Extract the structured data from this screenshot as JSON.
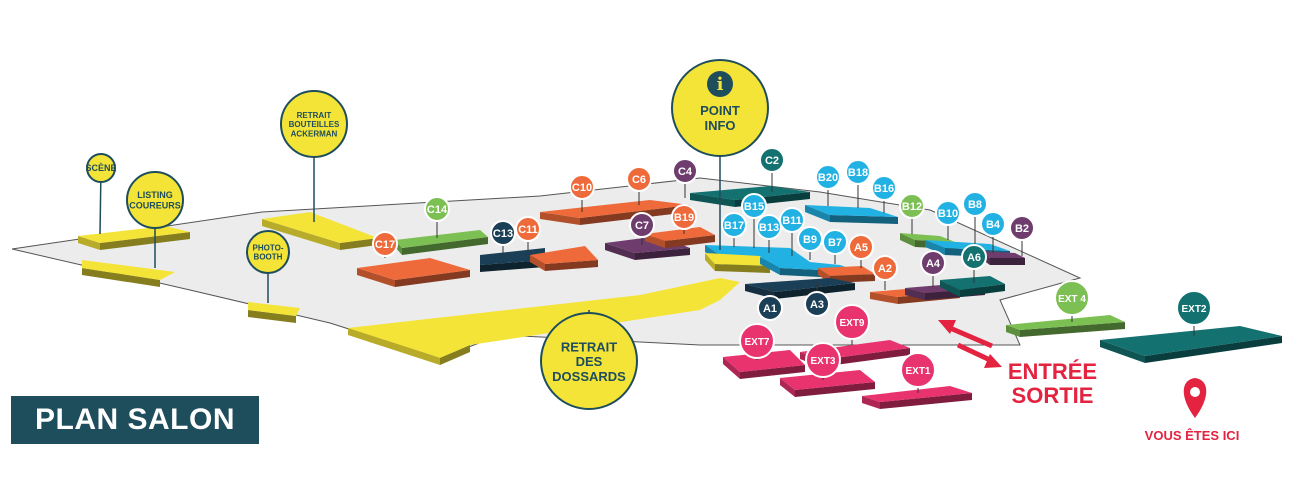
{
  "title": "PLAN SALON",
  "entry": {
    "line1": "ENTRÉE",
    "line2": "SORTIE"
  },
  "here_label": "VOUS ÊTES ICI",
  "colors": {
    "yellow": "#f4e437",
    "orange": "#ee6a3a",
    "purple": "#6e3d6e",
    "navy": "#1b3f56",
    "blue": "#22b1e3",
    "teal": "#137170",
    "green": "#7cbf53",
    "pink": "#e8336f",
    "red": "#e3233f",
    "floor": "#ececec",
    "dark": "#1e4d5c"
  },
  "zones": [
    {
      "id": "scene",
      "lines": [
        "SCÈNE"
      ]
    },
    {
      "id": "listing",
      "lines": [
        "LISTING",
        "COUREURS"
      ]
    },
    {
      "id": "retrait-bouteilles",
      "lines": [
        "RETRAIT",
        "BOUTEILLES",
        "ACKERMAN"
      ]
    },
    {
      "id": "photobooth",
      "lines": [
        "PHOTO-",
        "BOOTH"
      ]
    },
    {
      "id": "point-info",
      "icon": "info-icon",
      "lines": [
        "POINT",
        "INFO"
      ]
    },
    {
      "id": "retrait-dossards",
      "lines": [
        "RETRAIT",
        "DES",
        "DOSSARDS"
      ]
    }
  ],
  "stands": [
    {
      "label": "C17",
      "color": "orange"
    },
    {
      "label": "C14",
      "color": "green"
    },
    {
      "label": "C13",
      "color": "navy"
    },
    {
      "label": "C11",
      "color": "orange"
    },
    {
      "label": "C10",
      "color": "orange"
    },
    {
      "label": "C6",
      "color": "orange"
    },
    {
      "label": "C4",
      "color": "purple"
    },
    {
      "label": "C2",
      "color": "teal"
    },
    {
      "label": "C7",
      "color": "purple"
    },
    {
      "label": "B19",
      "color": "orange"
    },
    {
      "label": "B17",
      "color": "blue"
    },
    {
      "label": "B15",
      "color": "blue"
    },
    {
      "label": "B13",
      "color": "blue"
    },
    {
      "label": "B11",
      "color": "blue"
    },
    {
      "label": "B9",
      "color": "blue"
    },
    {
      "label": "B7",
      "color": "blue"
    },
    {
      "label": "B20",
      "color": "blue"
    },
    {
      "label": "B18",
      "color": "blue"
    },
    {
      "label": "B16",
      "color": "blue"
    },
    {
      "label": "B12",
      "color": "green"
    },
    {
      "label": "B10",
      "color": "blue"
    },
    {
      "label": "B8",
      "color": "blue"
    },
    {
      "label": "B4",
      "color": "blue"
    },
    {
      "label": "B2",
      "color": "purple"
    },
    {
      "label": "A5",
      "color": "orange"
    },
    {
      "label": "A2",
      "color": "orange"
    },
    {
      "label": "A4",
      "color": "purple"
    },
    {
      "label": "A6",
      "color": "teal"
    },
    {
      "label": "A1",
      "color": "navy"
    },
    {
      "label": "A3",
      "color": "navy"
    },
    {
      "label": "EXT7",
      "color": "pink"
    },
    {
      "label": "EXT9",
      "color": "pink"
    },
    {
      "label": "EXT3",
      "color": "pink"
    },
    {
      "label": "EXT1",
      "color": "pink"
    },
    {
      "label": "EXT 4",
      "color": "green"
    },
    {
      "label": "EXT2",
      "color": "teal"
    }
  ]
}
